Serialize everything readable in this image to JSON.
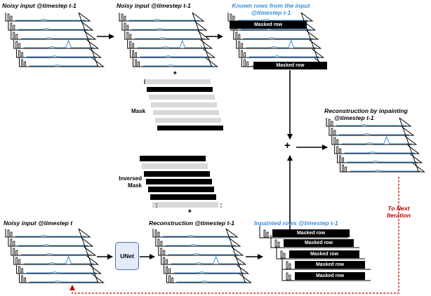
{
  "labels": {
    "noisy_top_1": "Noisy input @timestep t-1",
    "noisy_top_2": "Noisy input @timestep t-1",
    "known_rows_line1": "Known rows from the input",
    "known_rows_line2": "@timestep t-1",
    "recon_inpaint_line1": "Reconstruction by inpainting",
    "recon_inpaint_line2": "@timestep t-1",
    "mask": "Mask",
    "inversed_mask_line1": "Inversed",
    "inversed_mask_line2": "Mask",
    "noisy_bottom": "Noisy input @timestep t",
    "recon_bottom": "Reconstruction @timestep t-1",
    "inpainted_rows": "Inpainted rows @timestep t-1",
    "to_next_line1": "To Next",
    "to_next_line2": "Iteration",
    "unet": "UNet"
  },
  "masked_row_label": "Masked row",
  "operators": {
    "multiply": "*",
    "plus": "+"
  },
  "colors": {
    "signal": "#3b8fd9",
    "known_label": "#3b8fd9",
    "feedback_arrow": "#c00000",
    "masked_row": "#000000",
    "mask_light_row": "#d9d9d9",
    "unet_fill": "#e3ecf8",
    "unet_border": "#4a6fb0"
  }
}
